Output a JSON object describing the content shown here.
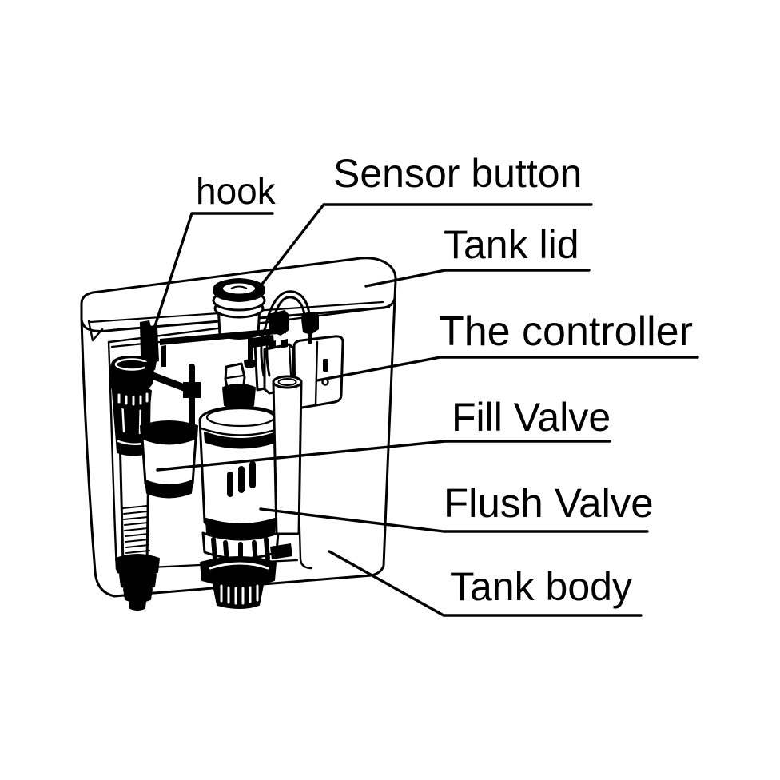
{
  "diagram": {
    "type": "technical-illustration",
    "subject": "toilet tank flushing mechanism exploded cutaway",
    "background_color": "#ffffff",
    "line_color": "#000000",
    "labels": {
      "hook": "hook",
      "sensor_button": "Sensor button",
      "tank_lid": "Tank lid",
      "controller": "The controller",
      "fill_valve": "Fill Valve",
      "flush_valve": "Flush Valve",
      "tank_body": "Tank body"
    }
  }
}
